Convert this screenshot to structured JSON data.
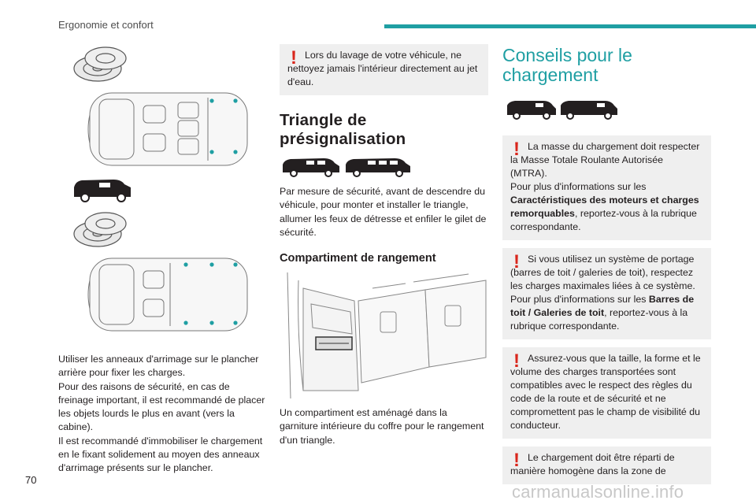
{
  "header": {
    "title": "Ergonomie et confort",
    "accent_color": "#1f9fa3"
  },
  "footer": {
    "page_number": "70",
    "watermark": "carmanualsonline.info"
  },
  "col1": {
    "paragraph": "Utiliser les anneaux d'arrimage sur le plancher arrière pour fixer les charges.\nPour des raisons de sécurité, en cas de freinage important, il est recommandé de placer les objets lourds le plus en avant (vers la cabine).\nIl est recommandé d'immobiliser le chargement en le fixant solidement au moyen des anneaux d'arrimage présents sur le plancher."
  },
  "col2": {
    "warning_top": "Lors du lavage de votre véhicule, ne nettoyez jamais l'intérieur directement au jet d'eau.",
    "triangle_heading": "Triangle de présignalisation",
    "triangle_text": "Par mesure de sécurité, avant de descendre du véhicule, pour monter et installer le triangle, allumer les feux de détresse et enfiler le gilet de sécurité.",
    "compartment_heading": "Compartiment de rangement",
    "compartment_text": "Un compartiment est aménagé dans la garniture intérieure du coffre pour le rangement d'un triangle."
  },
  "col3": {
    "heading": "Conseils pour le chargement",
    "warnings": [
      {
        "text_first": "La masse du chargement doit respecter la Masse Totale Roulante Autorisée (MTRA).",
        "text_pre": "Pour plus d'informations sur les ",
        "text_bold": "Caractéristiques des moteurs et charges remorquables",
        "text_post": ", reportez-vous à la rubrique correspondante."
      },
      {
        "text_first": "Si vous utilisez un système de portage (barres de toit / galeries de toit), respectez les charges maximales liées à ce système.",
        "text_pre": "Pour plus d'informations sur les ",
        "text_bold": "Barres de toit / Galeries de toit",
        "text_post": ", reportez-vous à la rubrique correspondante."
      },
      {
        "text_first": "Assurez-vous que la taille, la forme et le volume des charges transportées sont compatibles avec le respect des règles du code de la route et de sécurité et ne compromettent pas le champ de visibilité du conducteur."
      },
      {
        "text_first": "Le chargement doit être réparti de manière homogène dans la zone de"
      }
    ]
  },
  "icons": {
    "warning_glyph": "!",
    "warning_color": "#d9261c"
  }
}
